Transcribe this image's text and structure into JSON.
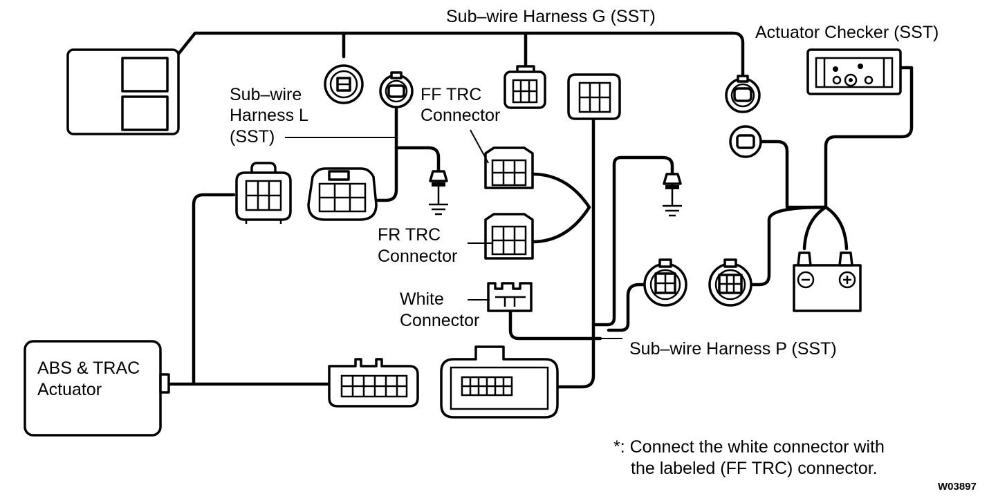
{
  "labels": {
    "harness_g": "Sub–wire Harness G (SST)",
    "actuator_checker": "Actuator Checker (SST)",
    "harness_l_1": "Sub–wire",
    "harness_l_2": "Harness L",
    "harness_l_3": "(SST)",
    "ff_trc_1": "FF TRC",
    "ff_trc_2": "Connector",
    "fr_trc_1": "FR TRC",
    "fr_trc_2": "Connector",
    "white_1": "White",
    "white_2": "Connector",
    "harness_p": "Sub–wire Harness P (SST)",
    "abs_1": "ABS & TRAC",
    "abs_2": "Actuator",
    "note_1": "*: Connect the white connector with",
    "note_2": "the labeled (FF TRC) connector.",
    "figure_code": "W03897"
  },
  "colors": {
    "line": "#000000",
    "background": "#ffffff"
  },
  "icons": [
    "ground-icon",
    "battery-negative-icon",
    "battery-positive-icon"
  ]
}
